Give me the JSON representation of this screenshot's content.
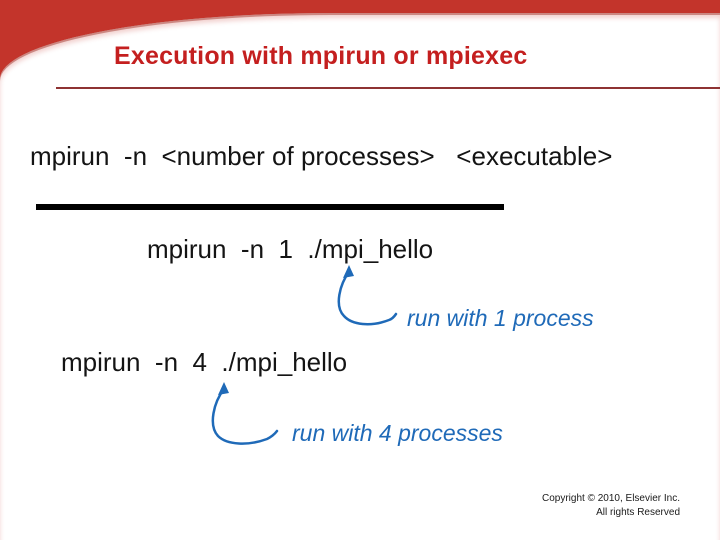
{
  "slide": {
    "title": "Execution with mpirun or mpiexec",
    "syntax_line": "mpirun  -n  <number of processes>   <executable>",
    "commands": [
      {
        "text": "mpirun  -n  1  ./mpi_hello",
        "annotation": "run with 1 process"
      },
      {
        "text": "mpirun  -n  4  ./mpi_hello",
        "annotation": "run with 4 processes"
      }
    ],
    "footer": {
      "line1": "Copyright © 2010, Elsevier Inc.",
      "line2": "All rights Reserved"
    },
    "colors": {
      "band_red": "#c3342b",
      "title_red": "#c41f1f",
      "rule_red": "#8e3232",
      "divider_black": "#000000",
      "annotation_blue": "#1f6ab8"
    }
  }
}
